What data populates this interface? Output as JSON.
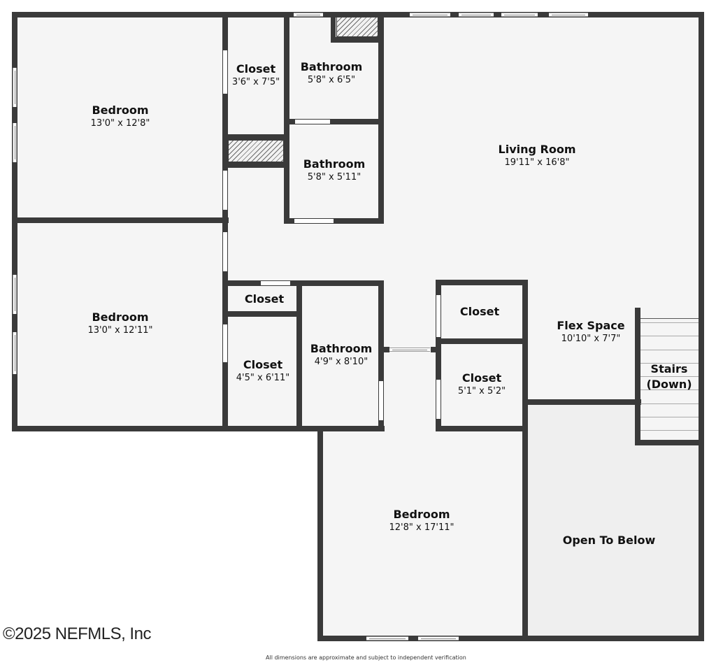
{
  "plan": {
    "rooms": [
      {
        "id": "bedroom-1",
        "name": "Bedroom",
        "dims": "13'0\" x 12'8\""
      },
      {
        "id": "closet-1",
        "name": "Closet",
        "dims": "3'6\" x 7'5\""
      },
      {
        "id": "bathroom-1",
        "name": "Bathroom",
        "dims": "5'8\" x 6'5\""
      },
      {
        "id": "bathroom-2",
        "name": "Bathroom",
        "dims": "5'8\" x 5'11\""
      },
      {
        "id": "living-room",
        "name": "Living Room",
        "dims": "19'11\" x 16'8\""
      },
      {
        "id": "bedroom-2",
        "name": "Bedroom",
        "dims": "13'0\" x 12'11\""
      },
      {
        "id": "closet-2",
        "name": "Closet",
        "dims": ""
      },
      {
        "id": "closet-3",
        "name": "Closet",
        "dims": "4'5\" x 6'11\""
      },
      {
        "id": "bathroom-3",
        "name": "Bathroom",
        "dims": "4'9\" x 8'10\""
      },
      {
        "id": "closet-4",
        "name": "Closet",
        "dims": ""
      },
      {
        "id": "closet-5",
        "name": "Closet",
        "dims": "5'1\" x 5'2\""
      },
      {
        "id": "flex-space",
        "name": "Flex Space",
        "dims": "10'10\" x 7'7\""
      },
      {
        "id": "stairs",
        "name": "Stairs",
        "name2": "(Down)"
      },
      {
        "id": "bedroom-3",
        "name": "Bedroom",
        "dims": "12'8\" x 17'11\""
      },
      {
        "id": "open-to-below",
        "name": "Open To Below",
        "dims": ""
      }
    ],
    "colors": {
      "wall": "#3a3a3a",
      "floor": "#f5f5f5",
      "open_below": "#efefef",
      "background": "#ffffff"
    }
  },
  "footer": {
    "copyright": "©2025 NEFMLS, Inc",
    "disclaimer": "All dimensions are approximate and subject to independent verification"
  }
}
